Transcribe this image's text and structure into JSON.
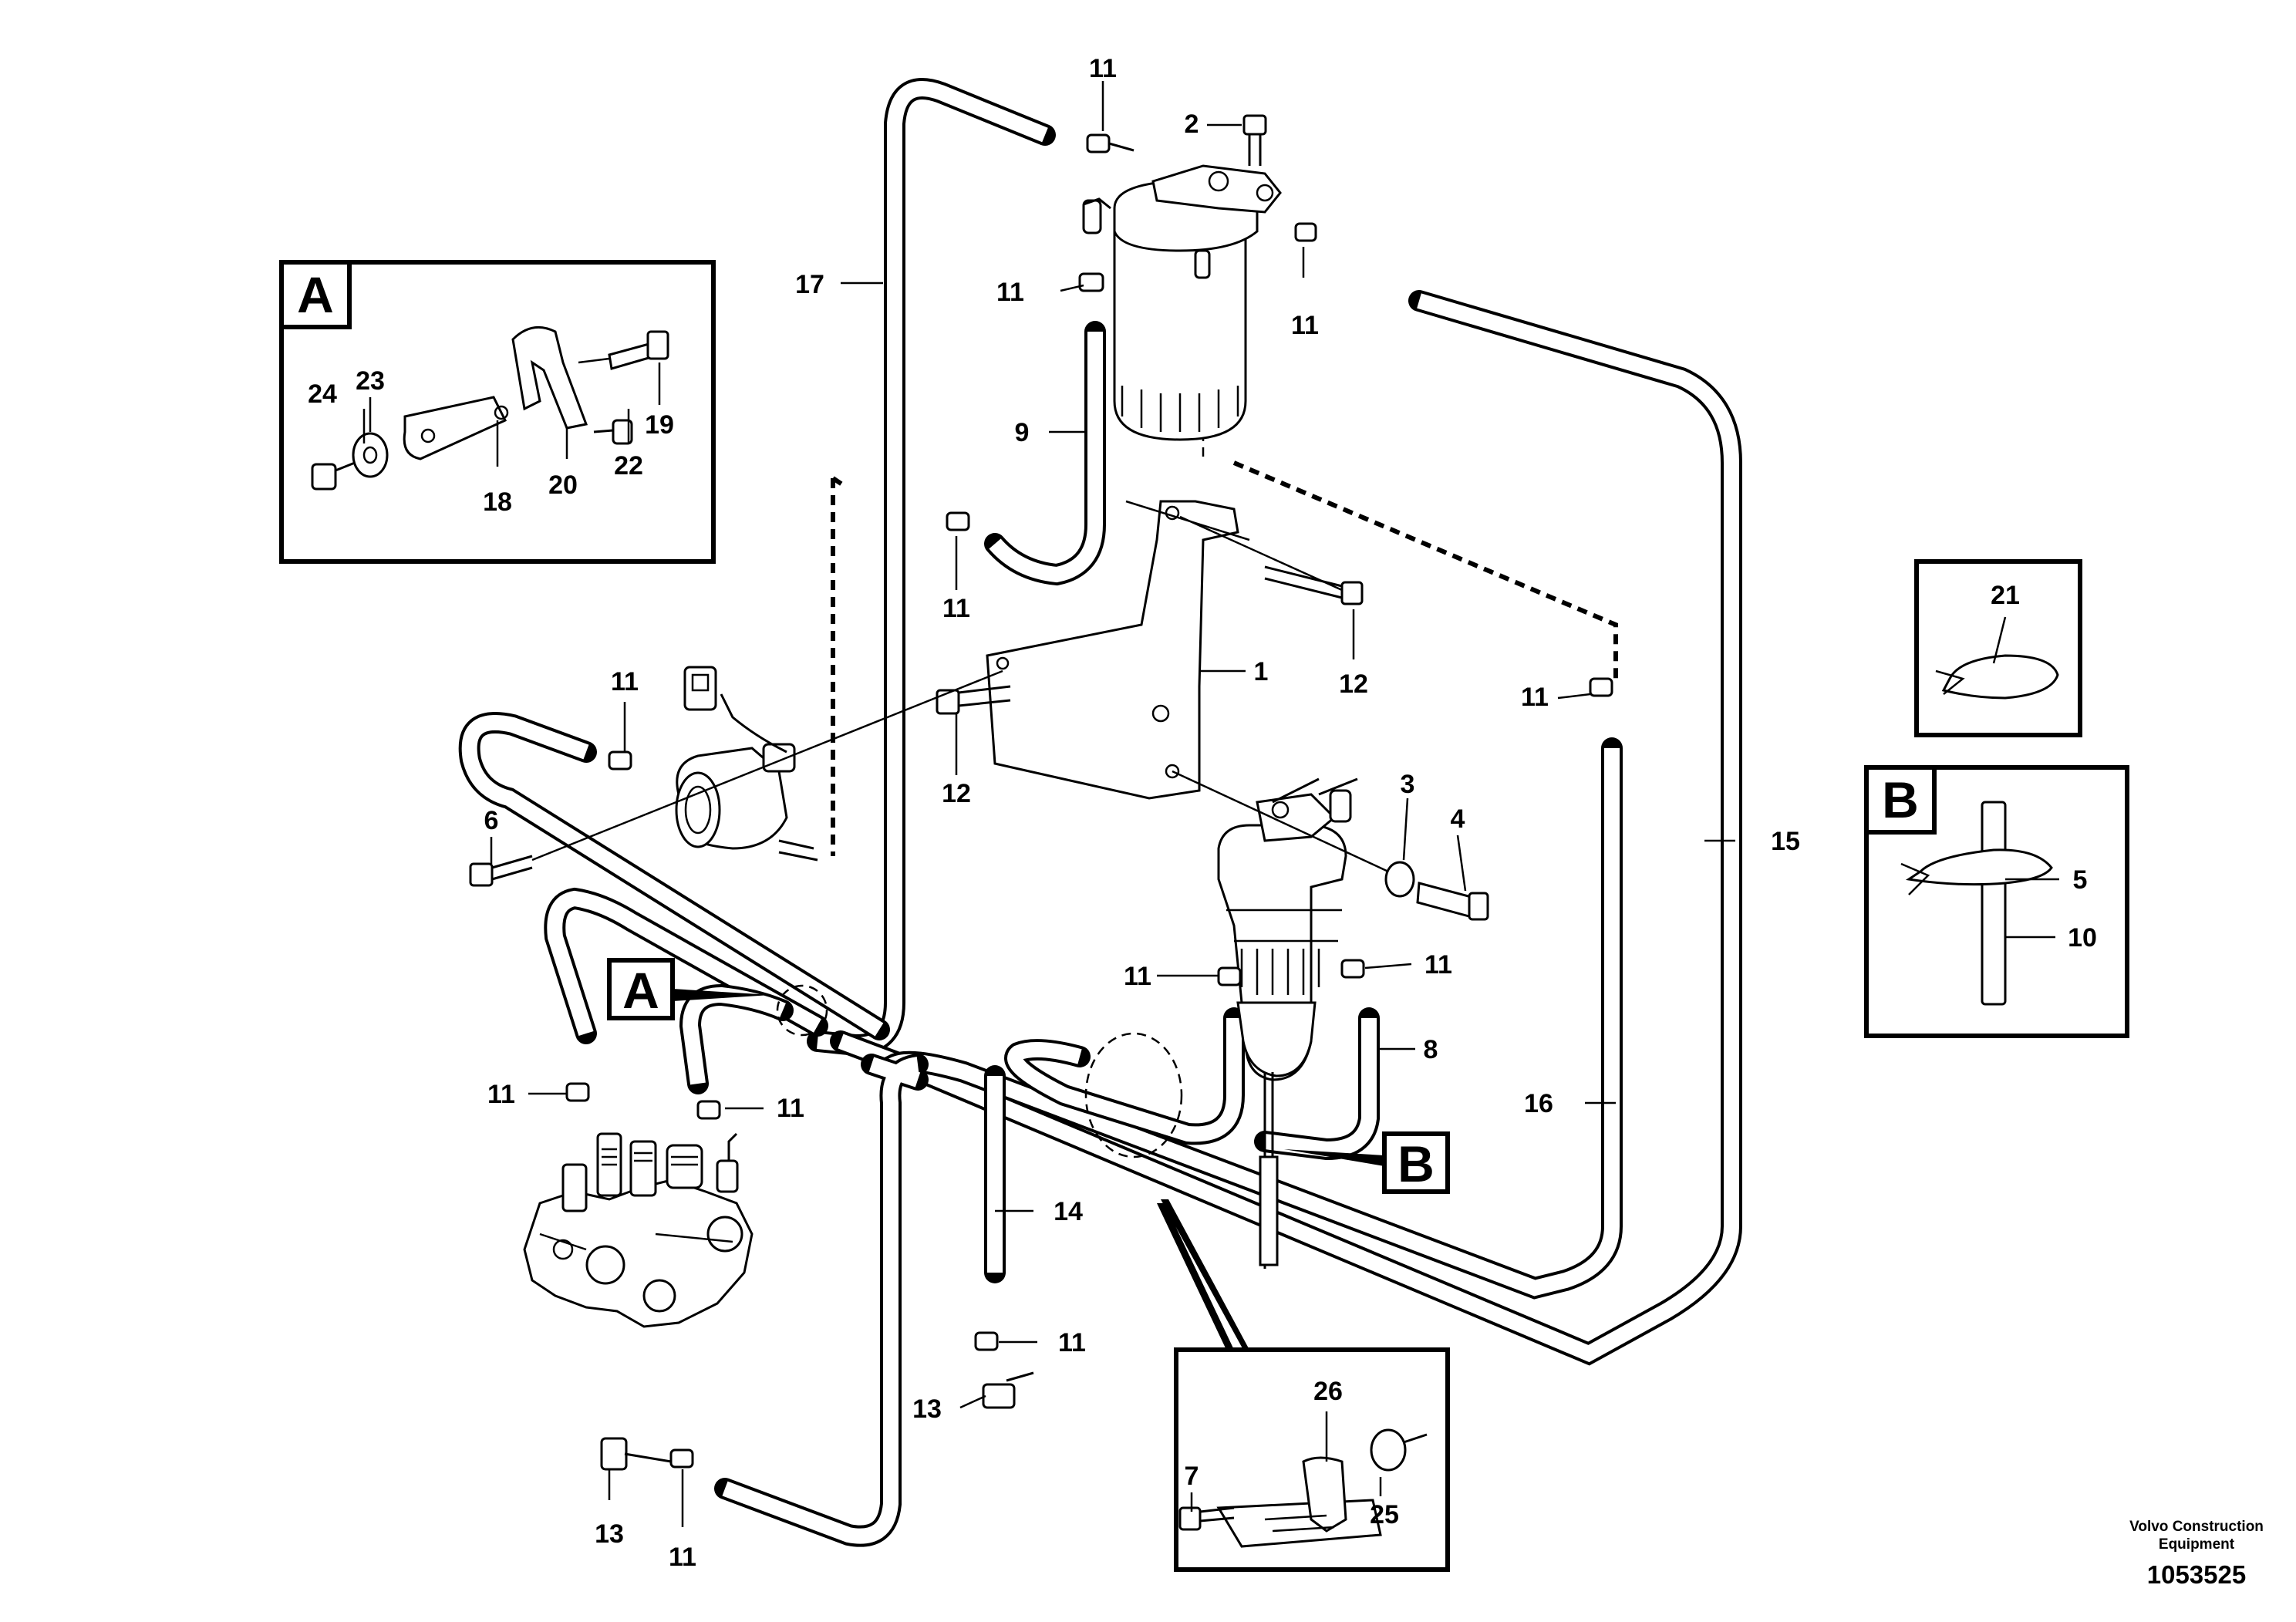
{
  "callouts": {
    "c1": "1",
    "c2": "2",
    "c3": "3",
    "c4": "4",
    "c5": "5",
    "c6": "6",
    "c7": "7",
    "c8": "8",
    "c9": "9",
    "c10": "10",
    "c11": "11",
    "c12": "12",
    "c13": "13",
    "c14": "14",
    "c15": "15",
    "c16": "16",
    "c17": "17",
    "c18": "18",
    "c19": "19",
    "c20": "20",
    "c21": "21",
    "c22": "22",
    "c23": "23",
    "c24": "24",
    "c25": "25",
    "c26": "26"
  },
  "detail_boxes": {
    "a": "A",
    "b": "B"
  },
  "view_markers": {
    "a": "A",
    "b": "B"
  },
  "footer": {
    "brand_line1": "Volvo Construction",
    "brand_line2": "Equipment",
    "doc_number": "1053525"
  }
}
